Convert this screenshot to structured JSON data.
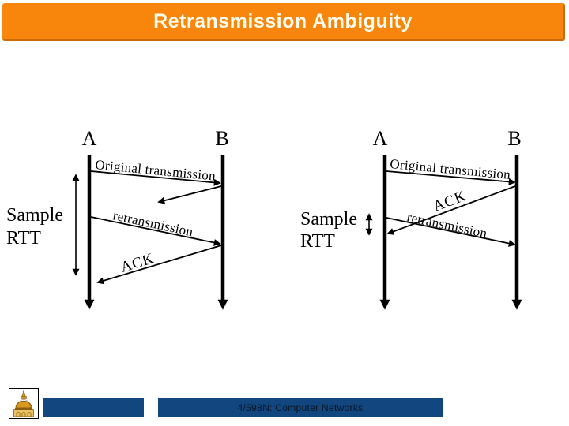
{
  "title": "Retransmission Ambiguity",
  "footer": {
    "course_label": "4/598N: Computer Networks",
    "logo_icon": "notre-dame-golden-dome"
  },
  "colors": {
    "accent_orange": "#F8860D",
    "accent_orange_dark": "#C96C07",
    "title_text": "#FFFDEE",
    "footer_blue": "#11477E",
    "footer_text": "#0B1526",
    "ink": "#000000",
    "logo_gold": "#D79A1F",
    "logo_gold_light": "#E8C264",
    "logo_gold_dark": "#8A5D10"
  },
  "diagrams": [
    {
      "host_left": "A",
      "host_right": "B",
      "rtt_line1": "Sample",
      "rtt_line2": "RTT",
      "original_label": "Original transmission",
      "retransmission_label": "retransmission",
      "ack_label": "ACK"
    },
    {
      "host_left": "A",
      "host_right": "B",
      "rtt_line1": "Sample",
      "rtt_line2": "RTT",
      "original_label": "Original transmission",
      "ack_label": "ACK",
      "retransmission_label": "retransmission"
    }
  ]
}
